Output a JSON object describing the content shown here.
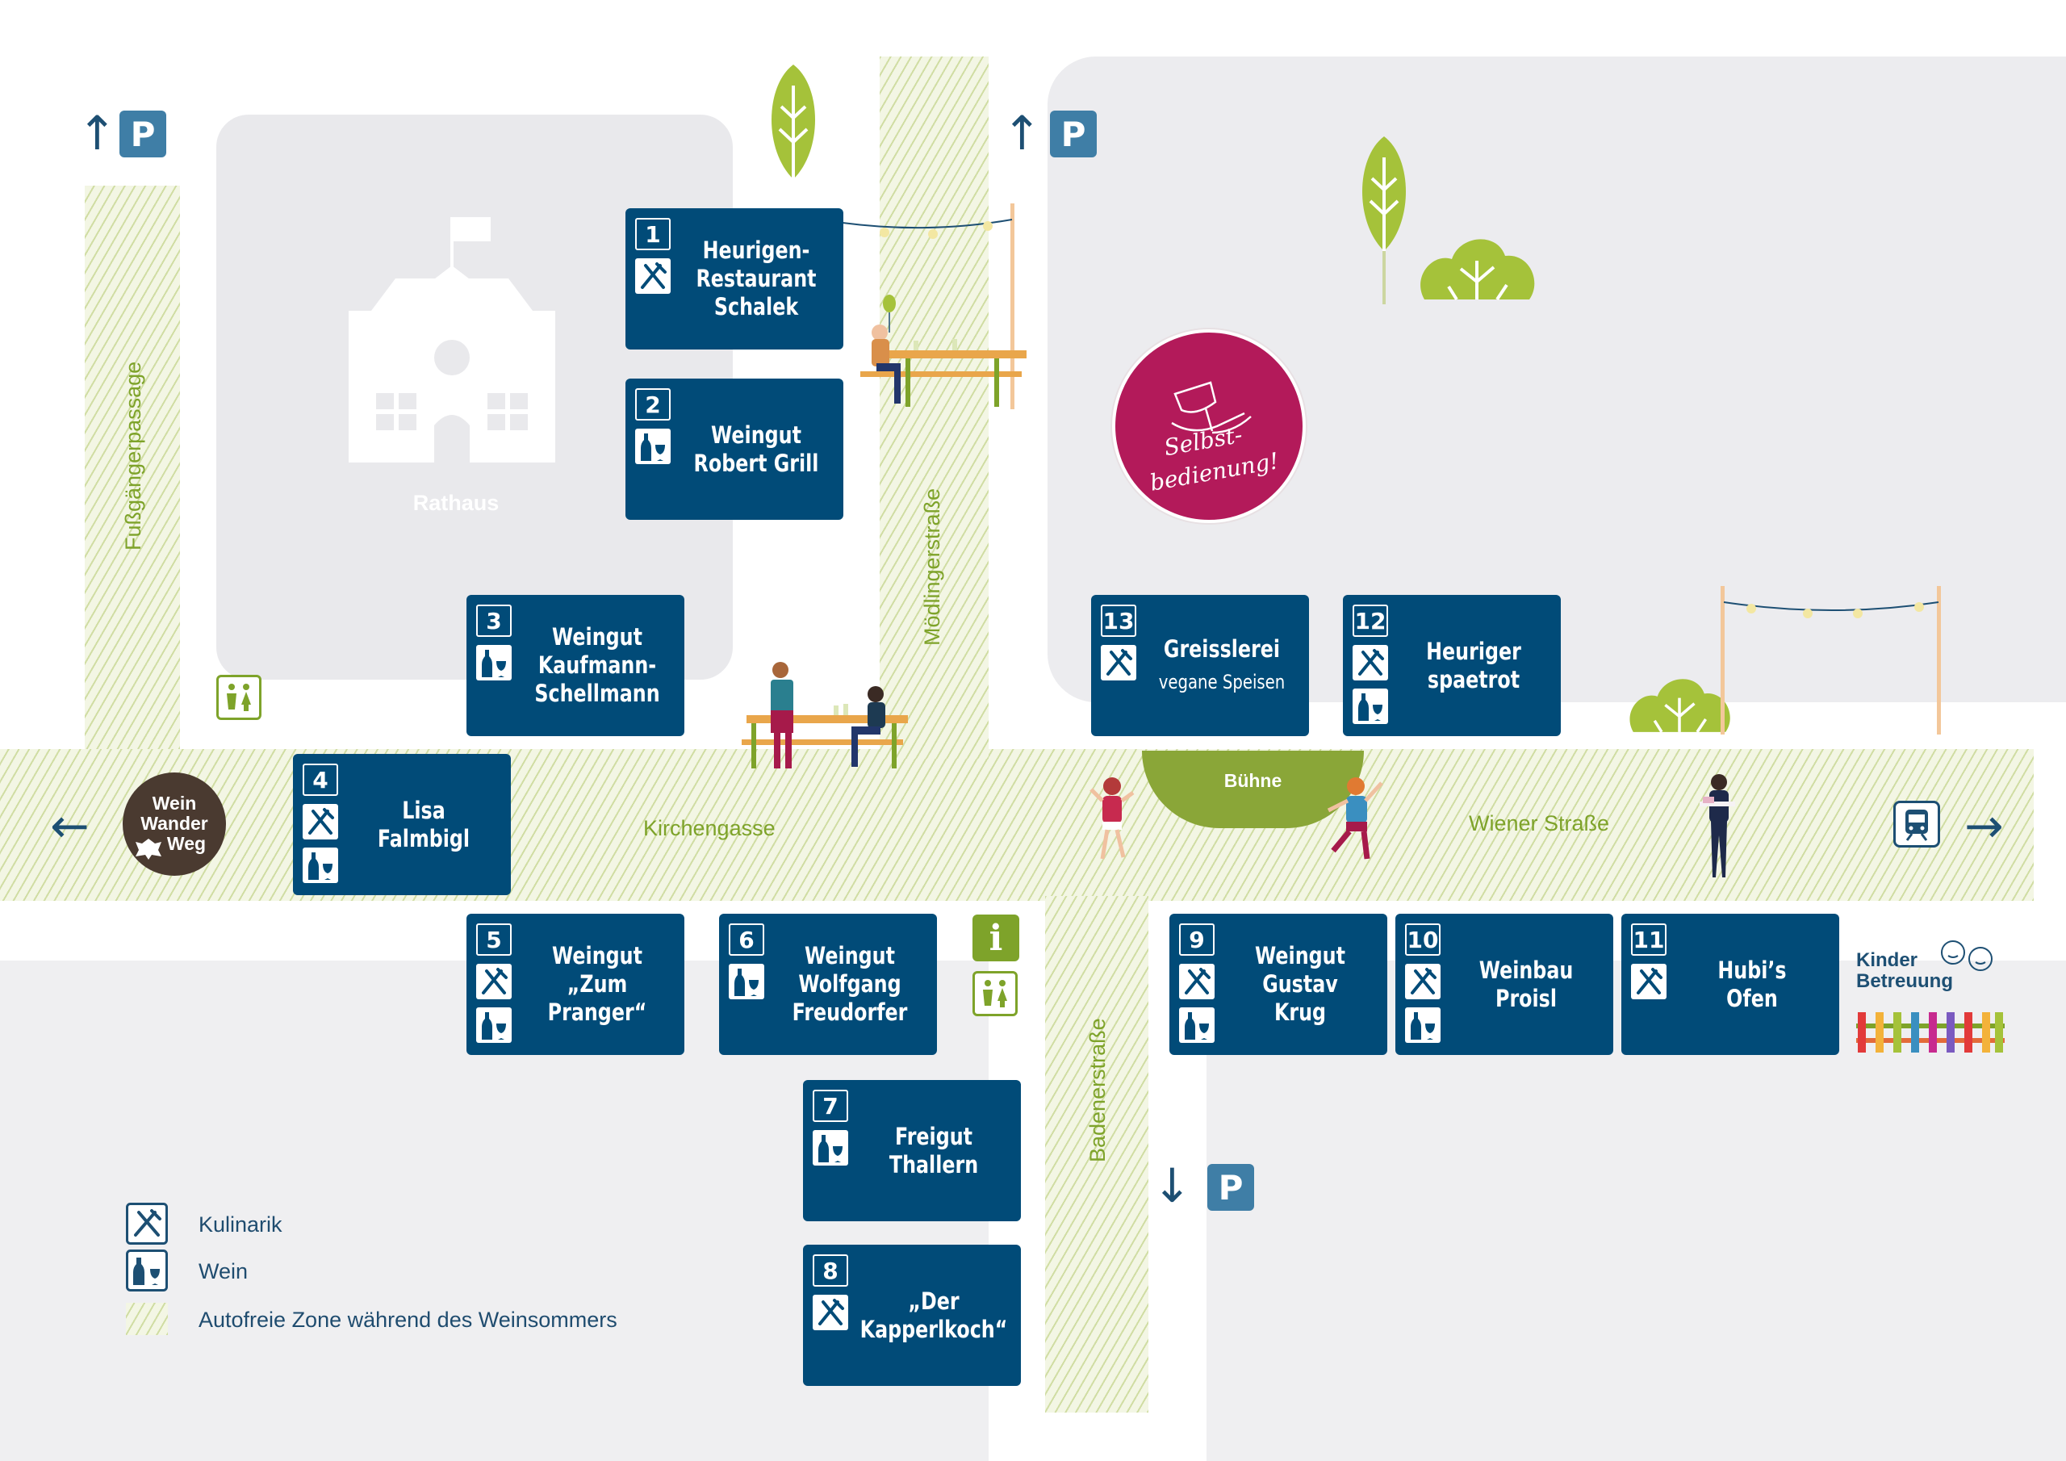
{
  "stalls": [
    {
      "num": "1",
      "lines": [
        "Heurigen-",
        "Restaurant",
        "Schalek"
      ],
      "kulinarik": true,
      "wein": false
    },
    {
      "num": "2",
      "lines": [
        "Weingut",
        "Robert Grill"
      ],
      "kulinarik": false,
      "wein": true
    },
    {
      "num": "3",
      "lines": [
        "Weingut",
        "Kaufmann-",
        "Schellmann"
      ],
      "kulinarik": false,
      "wein": true
    },
    {
      "num": "4",
      "lines": [
        "Lisa",
        "Falmbigl"
      ],
      "kulinarik": true,
      "wein": true
    },
    {
      "num": "5",
      "lines": [
        "Weingut",
        "„Zum",
        "Pranger“"
      ],
      "kulinarik": true,
      "wein": true
    },
    {
      "num": "6",
      "lines": [
        "Weingut",
        "Wolfgang",
        "Freudorfer"
      ],
      "kulinarik": false,
      "wein": true
    },
    {
      "num": "7",
      "lines": [
        "Freigut",
        "Thallern"
      ],
      "kulinarik": false,
      "wein": true
    },
    {
      "num": "8",
      "lines": [
        "„Der",
        "Kapperlkoch“"
      ],
      "kulinarik": true,
      "wein": false
    },
    {
      "num": "9",
      "lines": [
        "Weingut",
        "Gustav Krug"
      ],
      "kulinarik": true,
      "wein": true
    },
    {
      "num": "10",
      "lines": [
        "Weinbau",
        "Proisl"
      ],
      "kulinarik": true,
      "wein": true
    },
    {
      "num": "11",
      "lines": [
        "Hubi’s",
        "Ofen"
      ],
      "kulinarik": true,
      "wein": false
    },
    {
      "num": "12",
      "lines": [
        "Heuriger",
        "spaetrot"
      ],
      "kulinarik": true,
      "wein": true
    },
    {
      "num": "13",
      "lines": [
        "Greisslerei"
      ],
      "sub": "vegane Speisen",
      "kulinarik": true,
      "wein": false
    }
  ],
  "streets": {
    "kirchengasse": "Kirchengasse",
    "wiener": "Wiener Straße",
    "moedlinger": "Mödlingerstraße",
    "badener": "Badenerstraße",
    "fussgaenger": "Fußgängerpassage"
  },
  "places": {
    "rathaus": "Rathaus",
    "buehne": "Bühne",
    "weinwanderweg": [
      "Wein",
      "Wander",
      "Weg"
    ],
    "selbstbedienung": [
      "Selbst-",
      "bedienung!"
    ],
    "kinderbetreuung": [
      "Kinder",
      "Betreuung"
    ]
  },
  "parking_label": "P",
  "info_label": "i",
  "legend": {
    "kulinarik": "Kulinarik",
    "wein": "Wein",
    "zone": "Autofreie Zone während des Weinsommers"
  },
  "colors": {
    "stall": "#014b78",
    "street_green": "#7ea32a",
    "selbstbedienung": "#b31a5a",
    "buehne": "#8aa638",
    "weinwanderweg": "#4a3a30",
    "parking": "#3f7ea6"
  },
  "icons": [
    "kulinarik-icon",
    "wein-icon",
    "parking-icon",
    "info-icon",
    "toilet-icon",
    "train-icon",
    "tree-icon",
    "bush-icon",
    "rathaus-icon"
  ]
}
